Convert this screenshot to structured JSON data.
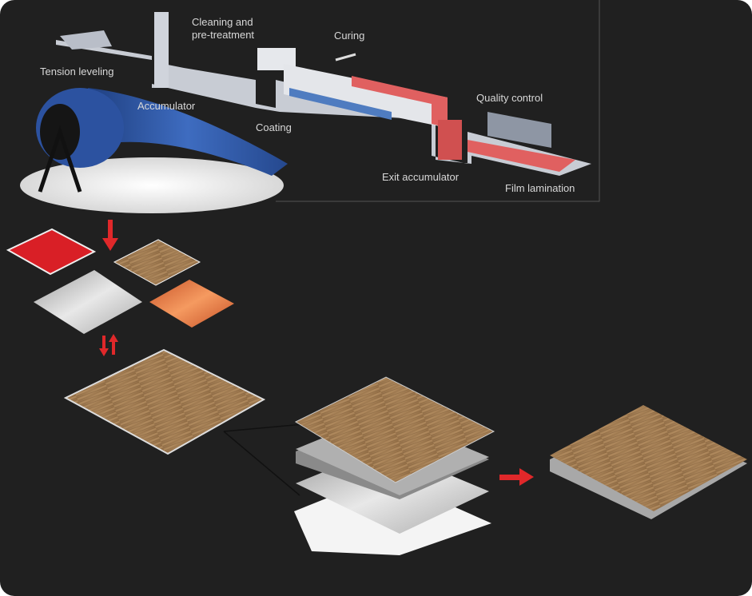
{
  "labels": {
    "tension_leveling": "Tension leveling",
    "accumulator": "Accumulator",
    "cleaning": "Cleaning and",
    "cleaning_2": "pre-treatment",
    "curing": "Curing",
    "coating": "Coating",
    "quality_control": "Quality control",
    "exit_accumulator": "Exit accumulator",
    "film_lamination": "Film lamination"
  },
  "colors": {
    "background": "#202020",
    "coil_blue": "#2f5aa8",
    "arrow_red": "#e0282a",
    "panel_red": "#d91f26",
    "wood": "#a07c52",
    "copper": "#e0733a",
    "silver": "#c8c8c8",
    "line_red": "#e06060"
  }
}
